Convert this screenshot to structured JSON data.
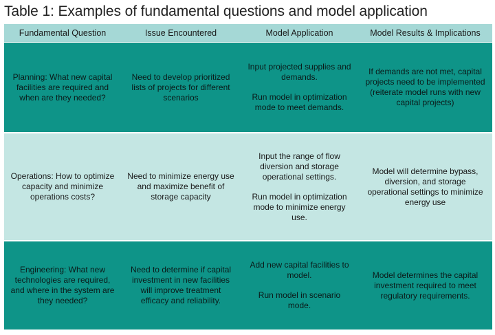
{
  "title": "Table 1: Examples of fundamental questions and model application",
  "headers": [
    "Fundamental Question",
    "Issue Encountered",
    "Model Application",
    "Model Results & Implications"
  ],
  "rows": [
    {
      "question": "Planning: What new capital facilities are required and when are they needed?",
      "issue": "Need to develop prioritized lists of projects for different scenarios",
      "application": [
        "Input projected supplies and demands.",
        "Run model in optimization mode to meet demands."
      ],
      "results": "If demands are not met, capital projects need to be implemented (reiterate model runs with new capital projects)"
    },
    {
      "question": "Operations: How to optimize capacity and minimize operations costs?",
      "issue": "Need to minimize energy use and maximize benefit of storage capacity",
      "application": [
        "Input the range of flow diversion and storage operational settings.",
        "Run model in optimization mode to minimize energy use."
      ],
      "results": "Model will determine bypass, diversion, and storage operational settings to minimize energy use"
    },
    {
      "question": "Engineering: What new technologies are required, and where in the system are they needed?",
      "issue": "Need to determine if capital investment in new facilities will improve treatment efficacy and reliability.",
      "application": [
        "Add new capital facilities to model.",
        "Run model in scenario mode."
      ],
      "results": "Model determines the capital investment required to meet regulatory requirements."
    }
  ],
  "colors": {
    "header_bg": "#a5d8d6",
    "dark_row_bg": "#0e9488",
    "light_row_bg": "#c4e6e3"
  }
}
